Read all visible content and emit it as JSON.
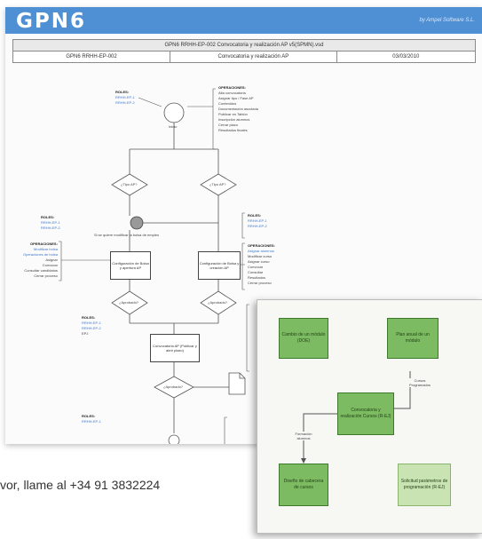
{
  "brand": {
    "logo": "GPN6",
    "tagline": "by Ampel Software S.L."
  },
  "header": {
    "title": "GPN6 RRHH-EP-002 Convocatoria y realización AP v5(SPMN).vsd",
    "code": "GPN6 RRHH-EP-002",
    "name": "Convocatoria y realización AP",
    "date": "03/03/2010"
  },
  "diagram": {
    "start_label": "Inicio",
    "decision_1": "¿Tipo AP?",
    "decision_2": "¿Tipo AP?",
    "decision_3": "¿Aprobado?",
    "decision_4": "¿Aprobado?",
    "decision_5": "¿Aprobado?",
    "box_1": "Configuración de Bolsa y apertura AP",
    "box_2": "Configuración de Bolsa y creación AP",
    "box_3": "Convocatoria AP (Publicar y abrir plazo)",
    "note": "Si se quiere modificar la bolsa de empleo",
    "roles_title": "ROLES:",
    "roles_a": "RRHH-EP-1",
    "roles_b": "RRHH-EP-2",
    "roles_c": "EPJ",
    "operations_title": "OPERACIONES:",
    "operations_list": [
      "Alta convocatoria",
      "Asignar tipo / Fase AP",
      "Contenidos",
      "Documentación asociada",
      "Publicar en Tablón",
      "Inscripción alumnos",
      "Cerrar plazo",
      "Resultados finales"
    ],
    "operations_left": [
      "Modificar bolsa",
      "Operaciones de bolsa",
      "Asignar",
      "Convocar",
      "Consultar candidatos",
      "Cerrar proceso"
    ],
    "operations_right": [
      "Asignar alumnos",
      "Modificar curso",
      "Asignar curso",
      "Convocar",
      "Consultar",
      "Resultados",
      "Cerrar proceso"
    ]
  },
  "overlay": {
    "box_top_left": "Cambio de un módulo (DOE)",
    "box_top_right": "Plan anual de un módulo",
    "box_center": "Convocatoria y realización Cursos (R-EJ)",
    "box_bottom_left": "Diseño de cabecera de cursos",
    "box_bottom_right": "Solicitud parámetros de programación (R-EJ)",
    "label_right": "Cursos Programados",
    "label_left": "Formación alumnos"
  },
  "footer": {
    "contact": "vor, llame al +34 91 3832224"
  },
  "colors": {
    "brand": "#4f8fd3",
    "node_green": "#7cbb62",
    "node_light_green": "#c9e3b2"
  }
}
